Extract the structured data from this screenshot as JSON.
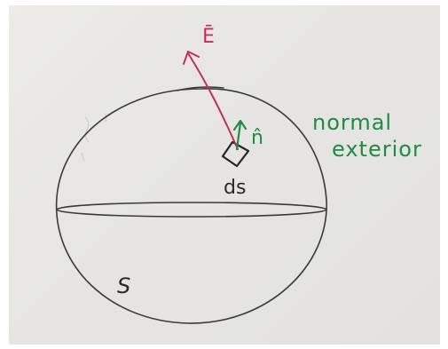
{
  "labels": {
    "field_vector": "Ē",
    "normal_vector": "n̂",
    "normal_text_line1": "normal",
    "normal_text_line2": "exterior",
    "surface_element": "ds",
    "surface_name": "S"
  },
  "colors": {
    "paper": "#e6e5e1",
    "ink_pencil": "#3a3a3a",
    "ink_red": "#c0305a",
    "ink_green": "#1f8a4a"
  }
}
